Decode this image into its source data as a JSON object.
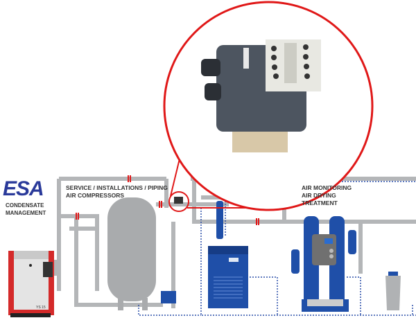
{
  "logo": {
    "text": "ESA",
    "subtitle_line1": "CONDENSATE",
    "subtitle_line2": "MANAGEMENT"
  },
  "labels": {
    "service_line1": "SERVICE / INSTALLATIONS / PIPING",
    "service_line2": "AIR COMPRESSORS",
    "air_line1": "AIR MONITORING",
    "air_line2": "AIR DRYING",
    "air_line3": "TREATMENT"
  },
  "compressor": {
    "model": "YS 15"
  },
  "colors": {
    "pipe": "#b4b6b8",
    "accent_red": "#e01818",
    "equipment_blue": "#1f4fa8",
    "compressor_red": "#d42a2a",
    "logo_blue": "#2a3a9a"
  }
}
